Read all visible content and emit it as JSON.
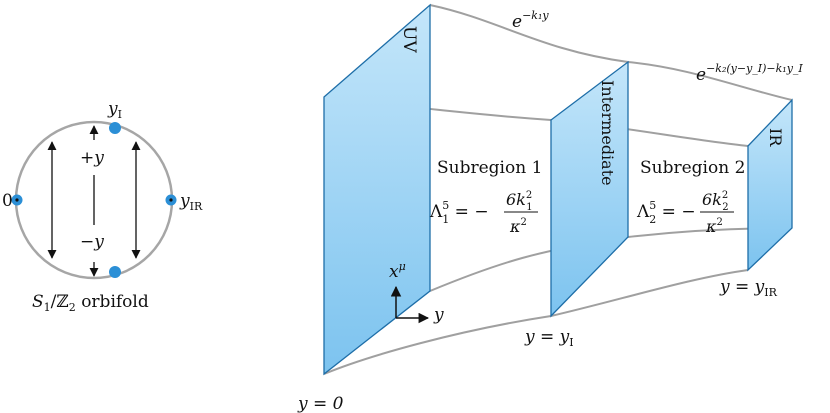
{
  "colors": {
    "brane_fill": "#7cc3ef",
    "brane_fill_light": "#c4e6fa",
    "brane_edge": "#1e6ea8",
    "bulk_line": "#a0a0a0",
    "circle": "#a6a6a6",
    "dot": "#2b8fd6",
    "ink": "#111111"
  },
  "orbifold": {
    "label_top": "y",
    "label_top_sub": "I",
    "label_left": "0",
    "label_right": "y",
    "label_right_sub": "IR",
    "plus_y": "+y",
    "minus_y": "−y",
    "caption_s": "S",
    "caption_s_sub": "1",
    "caption_z": "/ℤ",
    "caption_z_sub": "2",
    "caption_rest": " orbifold"
  },
  "branes": {
    "uv": "UV",
    "intermediate": "Intermediate",
    "ir": "IR"
  },
  "warp": {
    "top_left": "e",
    "top_left_exp": "−k₁y",
    "top_right": "e",
    "top_right_exp": "−k₂(y−y_I)−k₁y_I"
  },
  "subregions": {
    "one_title": "Subregion 1",
    "two_title": "Subregion 2",
    "lambda1_lhs": "Λ",
    "lambda1_sup": "5",
    "lambda1_sub": "1",
    "lambda1_eq": " = −",
    "lambda1_num": "6k",
    "lambda1_num_sup": "2",
    "lambda1_num_sub": "1",
    "lambda1_den": "κ",
    "lambda1_den_sup": "2",
    "lambda2_lhs": "Λ",
    "lambda2_sup": "5",
    "lambda2_sub": "2",
    "lambda2_eq": " = −",
    "lambda2_num": "6k",
    "lambda2_num_sup": "2",
    "lambda2_num_sub": "2",
    "lambda2_den": "κ",
    "lambda2_den_sup": "2"
  },
  "axes": {
    "x_label": "x",
    "x_sup": "μ",
    "y_label": "y"
  },
  "positions": {
    "y0": "y = 0",
    "yI_lhs": "y = y",
    "yI_sub": "I",
    "yIR_lhs": "y = y",
    "yIR_sub": "IR"
  }
}
